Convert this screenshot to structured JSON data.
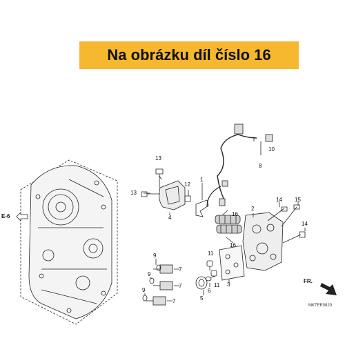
{
  "banner": {
    "text": "Na obrázku díl číslo 16",
    "color": "#f5b82e"
  },
  "diagram_code": "MKTEE0820",
  "reference_label": "E-6",
  "direction_label": "FR.",
  "callouts": {
    "c1": "1",
    "c2": "2",
    "c3": "3",
    "c4": "4",
    "c5": "5",
    "c6": "6",
    "c7a": "7",
    "c7b": "7",
    "c7c": "7",
    "c8": "8",
    "c9a": "9",
    "c9b": "9",
    "c9c": "9",
    "c10": "10",
    "c11a": "11",
    "c11b": "11",
    "c12": "12",
    "c13a": "13",
    "c13b": "13",
    "c14a": "14",
    "c14b": "14",
    "c15": "15",
    "c16a": "16",
    "c16b": "16"
  },
  "icons": [
    "leader-arrow-left-icon",
    "front-direction-arrow-icon"
  ]
}
